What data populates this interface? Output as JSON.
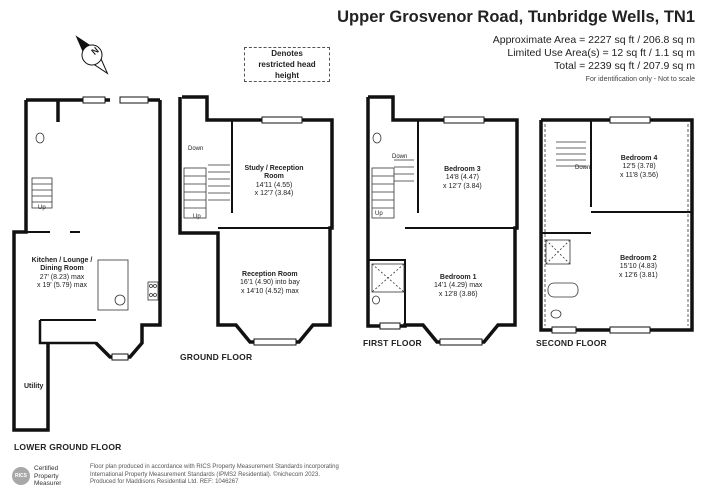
{
  "header": {
    "title": "Upper Grosvenor Road, Tunbridge Wells, TN1",
    "area_approx": "Approximate Area = 2227 sq ft / 206.8 sq m",
    "area_limited": "Limited Use Area(s) = 12 sq ft / 1.1 sq m",
    "area_total": "Total = 2239 sq ft / 207.9 sq m",
    "id_note": "For identification only - Not to scale"
  },
  "legend": {
    "restricted": "Denotes restricted head height"
  },
  "compass": {
    "letter": "N",
    "icon": "compass-north-icon"
  },
  "floors": {
    "lower_ground": "LOWER GROUND FLOOR",
    "ground": "GROUND FLOOR",
    "first": "FIRST FLOOR",
    "second": "SECOND FLOOR"
  },
  "rooms": {
    "kitchen": {
      "name": "Kitchen / Lounge / Dining Room",
      "dim1": "27' (8.23) max",
      "dim2": "x 19' (5.79) max"
    },
    "utility": {
      "name": "Utility"
    },
    "study": {
      "name": "Study / Reception Room",
      "dim1": "14'11 (4.55)",
      "dim2": "x 12'7 (3.84)"
    },
    "reception": {
      "name": "Reception Room",
      "dim1": "16'1 (4.90) into bay",
      "dim2": "x 14'10 (4.52) max"
    },
    "bedroom3": {
      "name": "Bedroom 3",
      "dim1": "14'8 (4.47)",
      "dim2": "x 12'7 (3.84)"
    },
    "bedroom1": {
      "name": "Bedroom 1",
      "dim1": "14'1 (4.29) max",
      "dim2": "x 12'8 (3.86)"
    },
    "bedroom4": {
      "name": "Bedroom 4",
      "dim1": "12'5 (3.78)",
      "dim2": "x 11'8 (3.56)"
    },
    "bedroom2": {
      "name": "Bedroom 2",
      "dim1": "15'10 (4.83)",
      "dim2": "x 12'6 (3.81)"
    }
  },
  "stair_tags": {
    "up": "Up",
    "down": "Down"
  },
  "badge": {
    "mark": "RICS",
    "line1": "Certified",
    "line2": "Property",
    "line3": "Measurer"
  },
  "footnote": {
    "line1": "Floor plan produced in accordance with RICS Property Measurement Standards incorporating",
    "line2": "International Property Measurement Standards (IPMS2 Residential). ©nichecom 2023.",
    "line3": "Produced for Maddisons Residential Ltd.   REF:  1046267"
  }
}
